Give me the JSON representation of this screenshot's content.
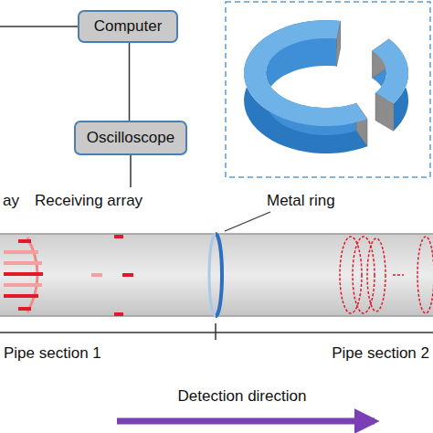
{
  "diagram": {
    "nodes": [
      {
        "text": [
          "Computer"
        ]
      },
      {
        "text": [
          "Oscilloscope"
        ]
      }
    ],
    "edges": [
      {
        "from": 0,
        "to": 1,
        "arrow": "none"
      }
    ],
    "labels": [
      "ay",
      "Receiving array",
      "Metal ring",
      "Pipe section 1",
      "Pipe section 2",
      "Detection direction"
    ]
  }
}
